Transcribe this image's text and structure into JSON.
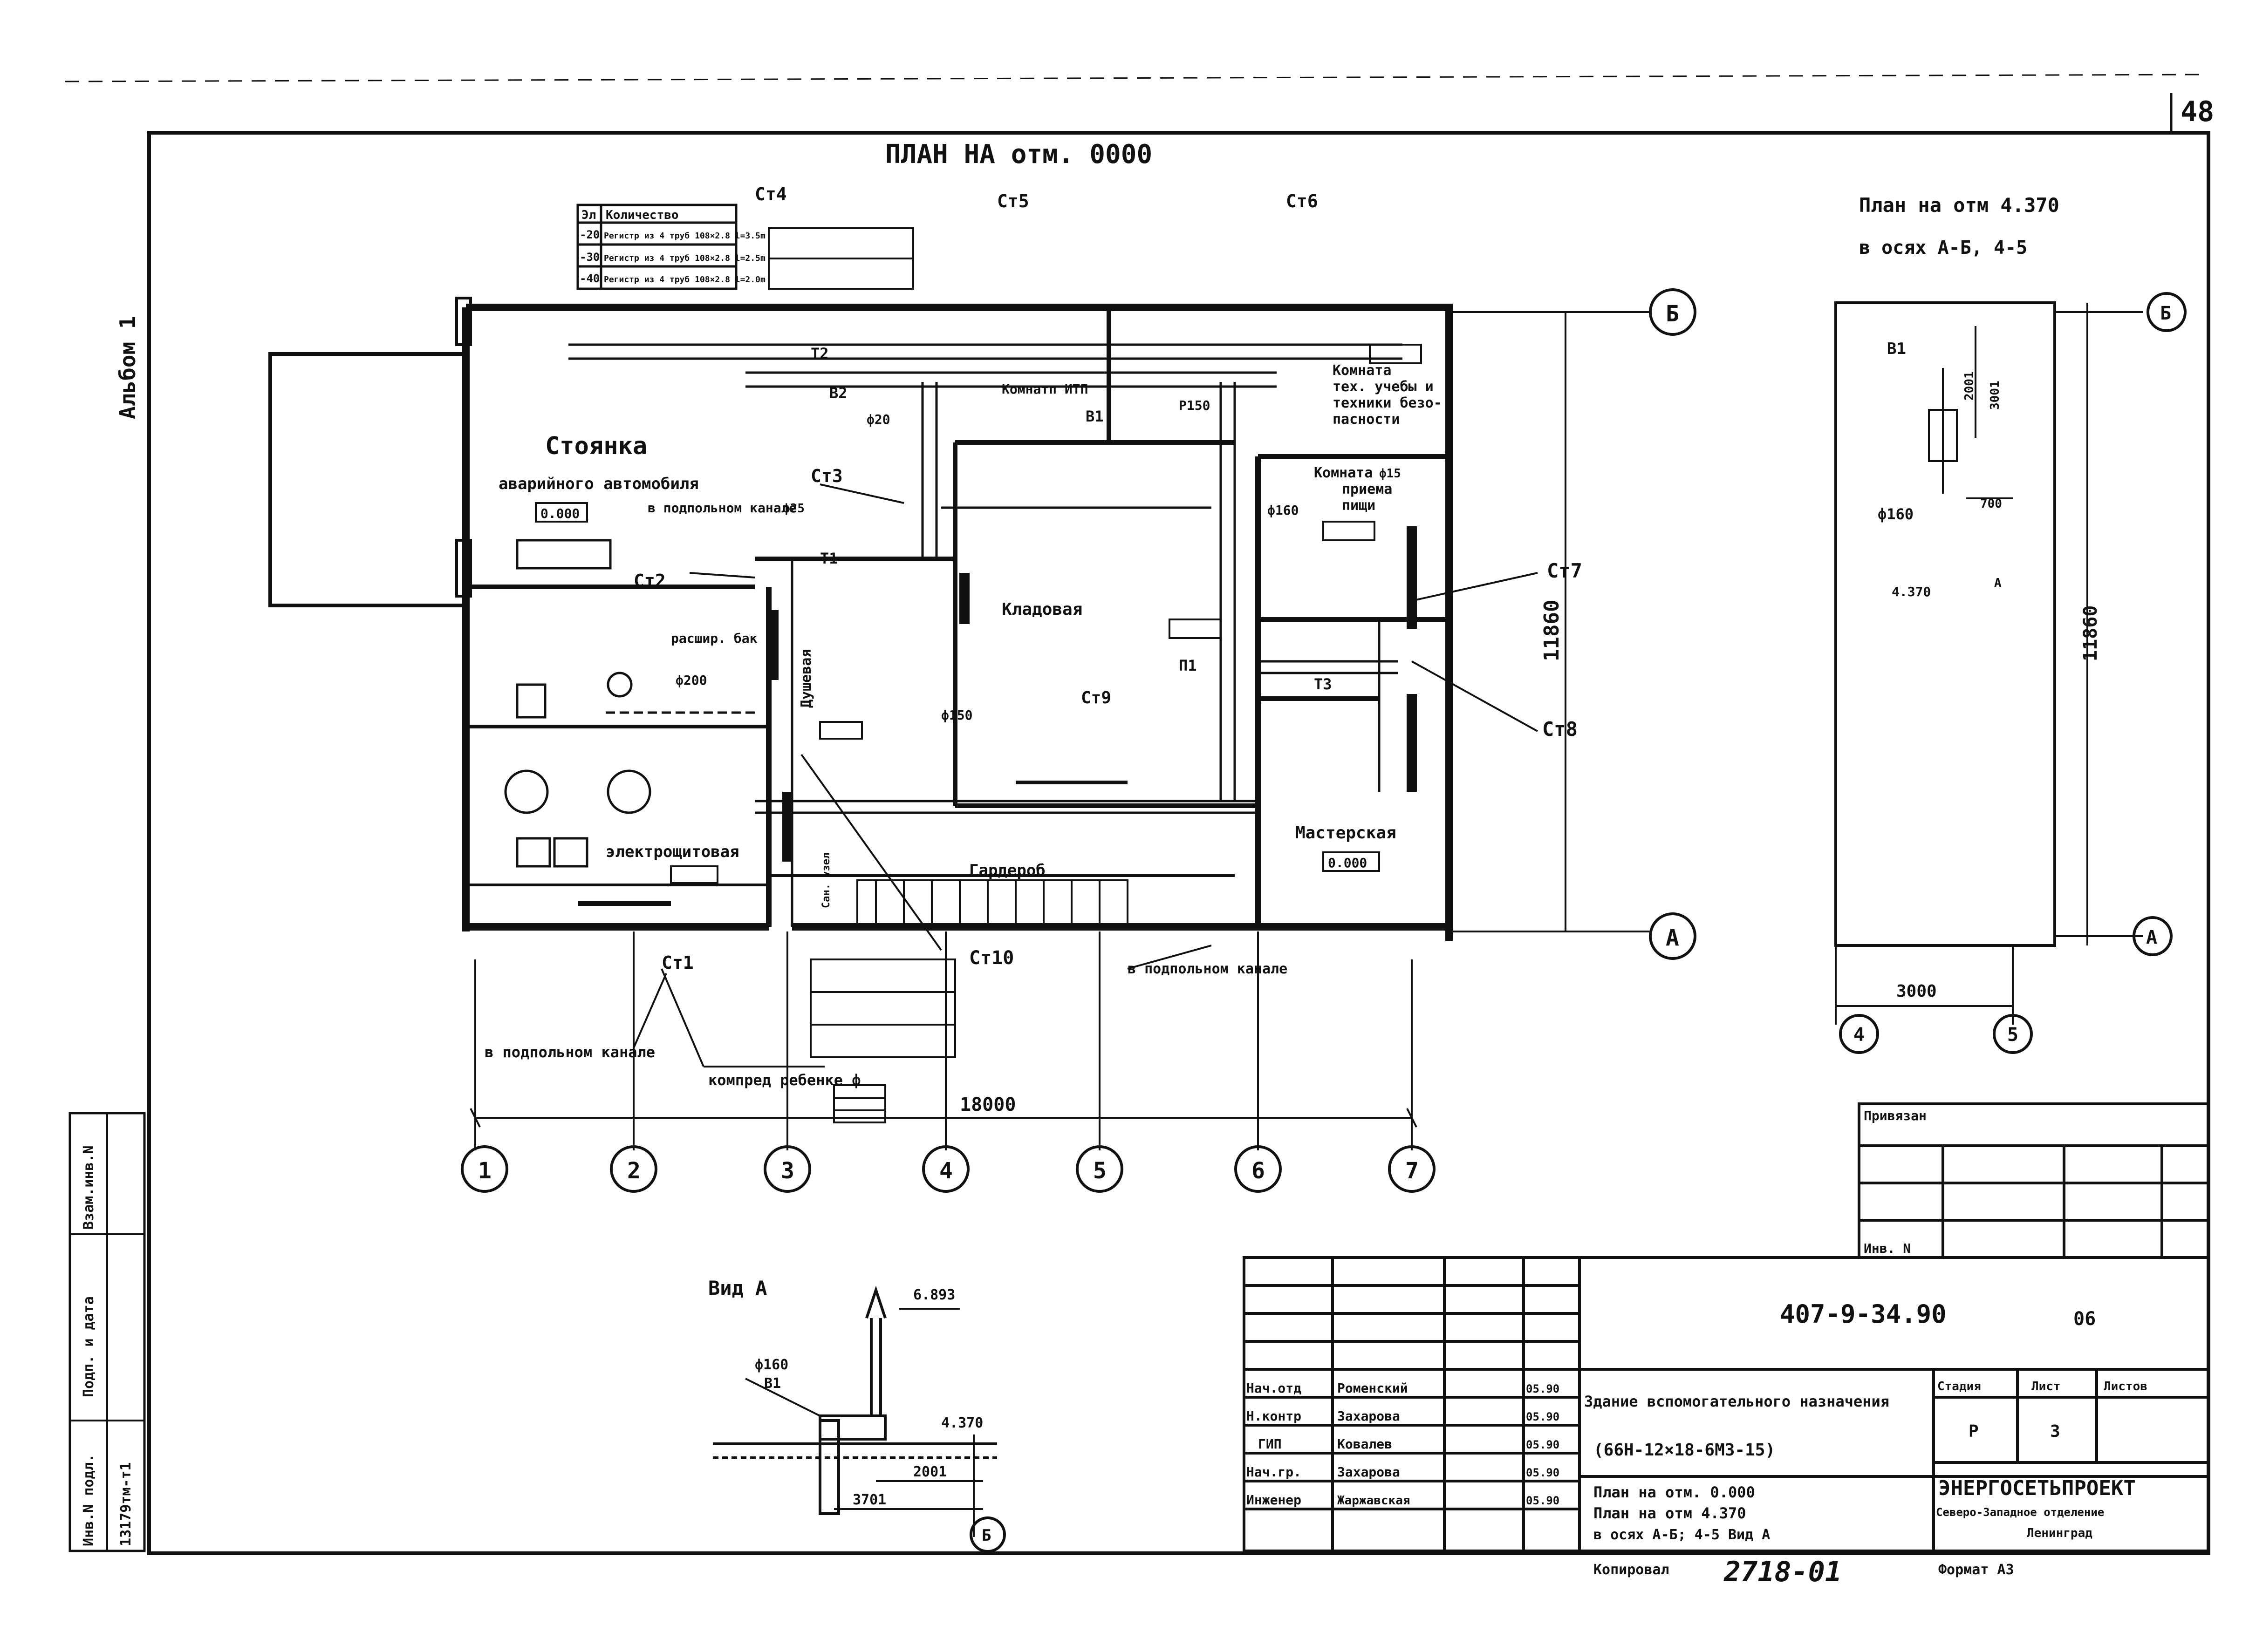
{
  "page_number": "48",
  "album_label": "Альбом 1",
  "main_plan": {
    "title": "ПЛАН НА отм. 0000",
    "axes_letters": [
      "Б",
      "А"
    ],
    "axes_numbers": [
      "1",
      "2",
      "3",
      "4",
      "5",
      "6",
      "7"
    ],
    "overall_dim": "18000",
    "height_dim": "11860",
    "rooms": {
      "parking_title": "Стоянка",
      "parking_sub": "аварийного автомобиля",
      "parking_mark": "0.000",
      "itp": "Комнатп ИТП",
      "security_1": "Комната",
      "security_2": "тех. учебы и",
      "security_3": "техники безо-",
      "security_4": "пасности",
      "food_1": "Комната",
      "food_2": "приема",
      "food_3": "пищи",
      "pantry": "Кладовая",
      "shower": "Душевая",
      "electrical": "электрощитовая",
      "wardrobe": "Гардероб",
      "workshop": "Мастерская",
      "workshop_mark": "0.000",
      "tank": "расшир. бак",
      "toilet": "Сан. узел"
    },
    "risers": [
      "Ст1",
      "Ст2",
      "Ст3",
      "Ст4",
      "Ст5",
      "Ст6",
      "Ст7",
      "Ст8",
      "Ст9",
      "Ст10"
    ],
    "notes": {
      "underground_1": "в подпольном канале",
      "underground_2": "в подпольном канале",
      "underground_3": "в подпольном канале",
      "rib": "компред ребенке ф"
    },
    "quantity_table": {
      "headers": [
        "Эл",
        "Количество"
      ],
      "rows": [
        [
          "-20",
          "Регистр из 4 труб 108×2.8 l=3.5m"
        ],
        [
          "-30",
          "Регистр из 4 труб 108×2.8 l=2.5m"
        ],
        [
          "-40",
          "Регистр из 4 труб 108×2.8 l=2.0m"
        ]
      ]
    },
    "pipe_labels": [
      "Т1",
      "Т2",
      "В1",
      "В2",
      "Т3",
      "П1",
      "Р150",
      "ф150",
      "ф160",
      "ф200",
      "ф20",
      "ф15",
      "ф25"
    ]
  },
  "upper_plan": {
    "title_1": "План на отм 4.370",
    "title_2": "в осях А-Б, 4-5",
    "axes_letters": [
      "Б",
      "А"
    ],
    "axes_numbers": [
      "4",
      "5"
    ],
    "width_dim": "3000",
    "height_dim": "11860",
    "labels": [
      "В1",
      "2001",
      "3001",
      "ф160",
      "700",
      "4.370",
      "А"
    ]
  },
  "view_a": {
    "title": "Вид А",
    "mark_top": "6.893",
    "mark_level": "4.370",
    "pipe": "ф160",
    "pipe_sub": "В1",
    "dim_1": "2001",
    "dim_2": "3701",
    "axis": "Б"
  },
  "side_stamps": [
    "Взам.инв.N",
    "Подп. и дата",
    "Инв.N подл.",
    "13179тм-т1"
  ],
  "attach_table": {
    "title": "Привязан",
    "inv": "Инв. N"
  },
  "title_block": {
    "doc_code": "407-9-34.90",
    "sheet_code": "06",
    "people": [
      {
        "role": "Нач.отд",
        "name": "Роменский",
        "date": "05.90"
      },
      {
        "role": "Н.контр",
        "name": "Захарова",
        "date": "05.90"
      },
      {
        "role": "ГИП",
        "name": "Ковалев",
        "date": "05.90"
      },
      {
        "role": "Нач.гр.",
        "name": "Захарова",
        "date": "05.90"
      },
      {
        "role": "Инженер",
        "name": "Жаржавская",
        "date": "05.90"
      }
    ],
    "building": "Здание вспомогательного назначения",
    "building_sub": "(66Н-12×18-6М3-15)",
    "sheet_title_1": "План на отм. 0.000",
    "sheet_title_2": "План на отм 4.370",
    "sheet_title_3": "в осях А-Б; 4-5  Вид А",
    "stage_h": "Стадия",
    "sheet_h": "Лист",
    "sheets_h": "Листов",
    "stage": "Р",
    "sheet": "3",
    "company": "ЭНЕРГОСЕТЬПРОЕКТ",
    "company_sub": "Северо-Западное отделение",
    "city": "Ленинград",
    "copied": "Копировал",
    "copy_no": "2718-01",
    "format": "Формат А3"
  }
}
